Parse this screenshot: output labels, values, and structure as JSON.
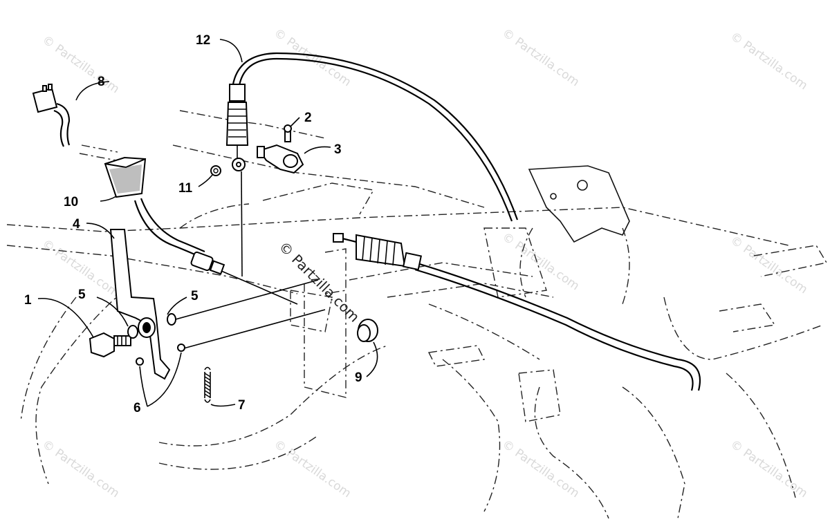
{
  "diagram": {
    "callouts": [
      "1",
      "2",
      "3",
      "4",
      "5",
      "5",
      "6",
      "7",
      "8",
      "9",
      "10",
      "11",
      "12"
    ],
    "watermark_text": "Partzilla.com",
    "center_watermark_text": "Partzilla.com",
    "colors": {
      "ink": "#000000",
      "watermark": "#d9d9d9",
      "background": "#ffffff"
    }
  }
}
